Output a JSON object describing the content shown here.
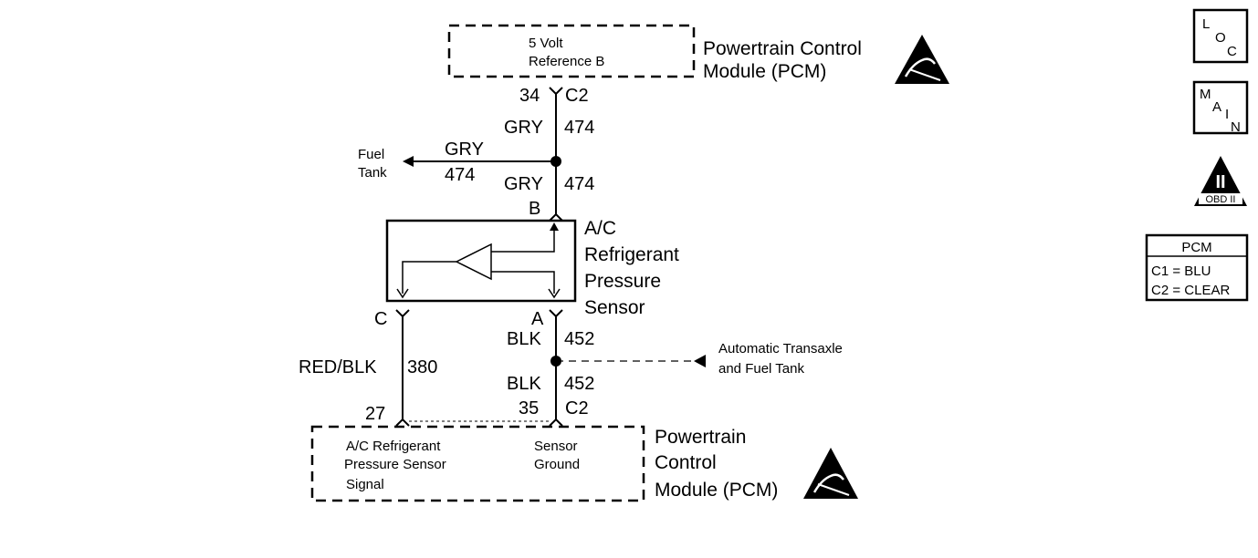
{
  "pcm_top": {
    "box_text_1": "5 Volt",
    "box_text_2": "Reference B",
    "title_1": "Powertrain Control",
    "title_2": "Module (PCM)",
    "pin": "34",
    "connector": "C2"
  },
  "wire_upper": {
    "color": "GRY",
    "circuit": "474"
  },
  "branch": {
    "dest_1": "Fuel",
    "dest_2": "Tank",
    "color": "GRY",
    "circuit": "474"
  },
  "wire_mid": {
    "color": "GRY",
    "circuit": "474"
  },
  "sensor": {
    "pin_b": "B",
    "pin_c": "C",
    "pin_a": "A",
    "title_1": "A/C",
    "title_2": "Refrigerant",
    "title_3": "Pressure",
    "title_4": "Sensor"
  },
  "wire_signal": {
    "color": "RED/BLK",
    "circuit": "380"
  },
  "wire_ground_upper": {
    "color": "BLK",
    "circuit": "452"
  },
  "ground_branch": {
    "dest_1": "Automatic Transaxle",
    "dest_2": "and Fuel Tank"
  },
  "wire_ground_lower": {
    "color": "BLK",
    "circuit": "452"
  },
  "pcm_bottom": {
    "pin_signal": "27",
    "pin_ground": "35",
    "connector": "C2",
    "signal_1": "A/C Refrigerant",
    "signal_2": "Pressure Sensor",
    "signal_3": "Signal",
    "ground_1": "Sensor",
    "ground_2": "Ground",
    "title_1": "Powertrain",
    "title_2": "Control",
    "title_3": "Module (PCM)"
  },
  "legend": {
    "loc": [
      "L",
      "O",
      "C"
    ],
    "main": [
      "M",
      "A",
      "I",
      "N"
    ],
    "obd_numeral": "II",
    "obd_text": "OBD II",
    "pcm_title": "PCM",
    "pcm_c1": "C1 = BLU",
    "pcm_c2": "C2 = CLEAR"
  }
}
